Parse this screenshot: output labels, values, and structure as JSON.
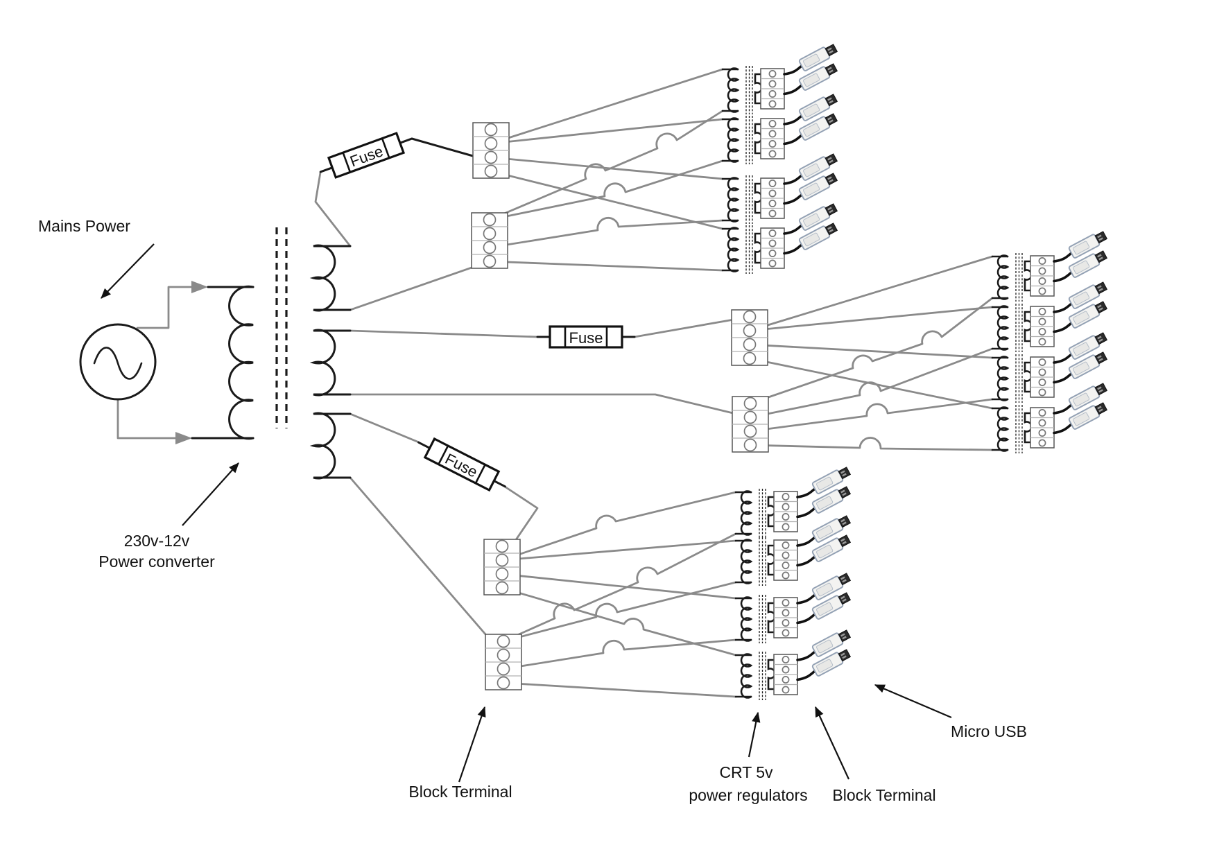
{
  "diagram": {
    "labels": {
      "mains_power": "Mains Power",
      "converter_line1": "230v-12v",
      "converter_line2": "Power converter",
      "block_terminal_left": "Block Terminal",
      "regulators_line1": "CRT 5v",
      "regulators_line2": "power regulators",
      "block_terminal_right": "Block Terminal",
      "micro_usb": "Micro USB"
    },
    "fuses": [
      "Fuse",
      "Fuse",
      "Fuse"
    ],
    "colors": {
      "wire": "#8a8a8a",
      "component": "#1a1a1a",
      "usb_tip": "#2b2b2b",
      "background": "#ffffff"
    }
  }
}
